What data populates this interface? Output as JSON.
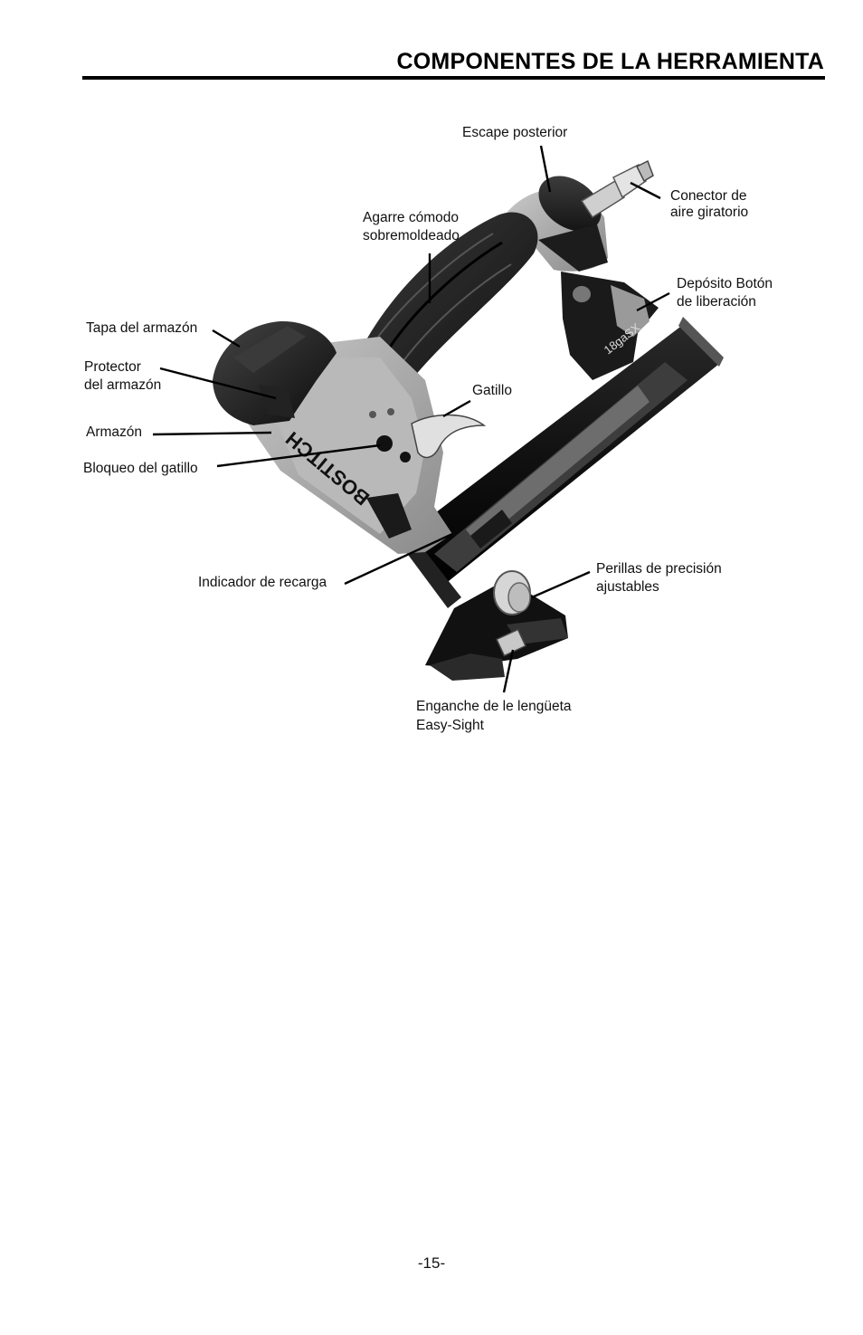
{
  "page": {
    "title": "COMPONENTES DE LA HERRAMIENTA",
    "page_number": "-15-"
  },
  "tool": {
    "brand": "BOSTITCH",
    "model_mark": "18gaSX"
  },
  "labels": {
    "escape_posterior": "Escape posterior",
    "conector": [
      "Conector de",
      "aire giratorio"
    ],
    "agarre": [
      "Agarre cómodo",
      "sobremoldeado"
    ],
    "deposito": [
      "Depósito Botón",
      "de liberación"
    ],
    "tapa": "Tapa del armazón",
    "protector": [
      "Protector",
      "del armazón"
    ],
    "gatillo": "Gatillo",
    "armazon": "Armazón",
    "bloqueo": "Bloqueo del gatillo",
    "indicador": "Indicador de recarga",
    "perillas": [
      "Perillas de precisión",
      "ajustables"
    ],
    "enganche": [
      "Enganche de le lengüeta",
      "Easy-Sight"
    ]
  }
}
